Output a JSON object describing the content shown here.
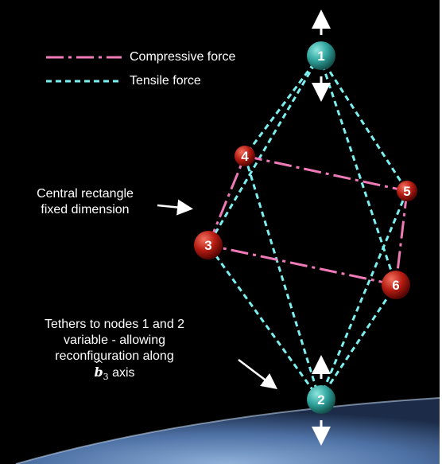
{
  "legend": {
    "compressive": "Compressive force",
    "tensile": "Tensile force"
  },
  "annotations": {
    "rectangle_line1": "Central rectangle",
    "rectangle_line2": "fixed dimension",
    "tethers_line1": "Tethers to nodes 1 and 2",
    "tethers_line2": "variable - allowing",
    "tethers_line3": "reconfiguration along",
    "axis_symbol": "b",
    "axis_subscript": "3",
    "axis_word": "axis"
  },
  "nodes": [
    "1",
    "2",
    "3",
    "4",
    "5",
    "6"
  ],
  "colors": {
    "compressive": "#f07ab8",
    "tensile": "#7cf0f0",
    "tether_node": "#2fa39c",
    "rect_node": "#b51c12",
    "background": "#000000",
    "arrow": "#ffffff"
  }
}
